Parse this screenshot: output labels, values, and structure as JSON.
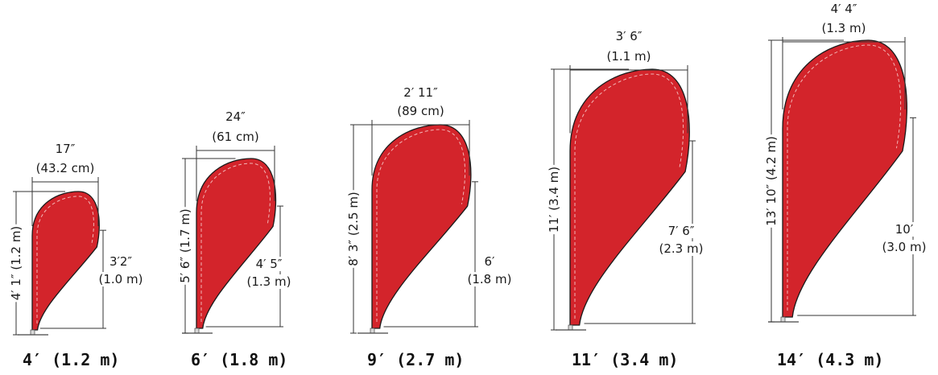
{
  "colors": {
    "flag_red": "#d3242b",
    "outline": "#1a1a1a",
    "seam": "#f2b5b5"
  },
  "flags": [
    {
      "size_label": "4′ (1.2 m)",
      "width": "17″",
      "width_metric": "(43.2 cm)",
      "overall_height": "4′ 1″ (1.2 m)",
      "flag_height": "3′2″",
      "flag_height_metric": "(1.0 m)"
    },
    {
      "size_label": "6′ (1.8 m)",
      "width": "24″",
      "width_metric": "(61 cm)",
      "overall_height": "5′ 6″ (1.7 m)",
      "flag_height": "4′ 5″",
      "flag_height_metric": "(1.3 m)"
    },
    {
      "size_label": "9′ (2.7 m)",
      "width": "2′ 11″",
      "width_metric": "(89 cm)",
      "overall_height": "8′ 3″ (2.5 m)",
      "flag_height": "6′",
      "flag_height_metric": "(1.8 m)"
    },
    {
      "size_label": "11′ (3.4 m)",
      "width": "3′ 6″",
      "width_metric": "(1.1 m)",
      "overall_height": "11′ (3.4 m)",
      "flag_height": "7′ 6″",
      "flag_height_metric": "(2.3 m)"
    },
    {
      "size_label": "14′ (4.3 m)",
      "width": "4′ 4″",
      "width_metric": "(1.3 m)",
      "overall_height": "13′ 10″ (4.2 m)",
      "flag_height": "10′",
      "flag_height_metric": "(3.0 m)"
    }
  ]
}
